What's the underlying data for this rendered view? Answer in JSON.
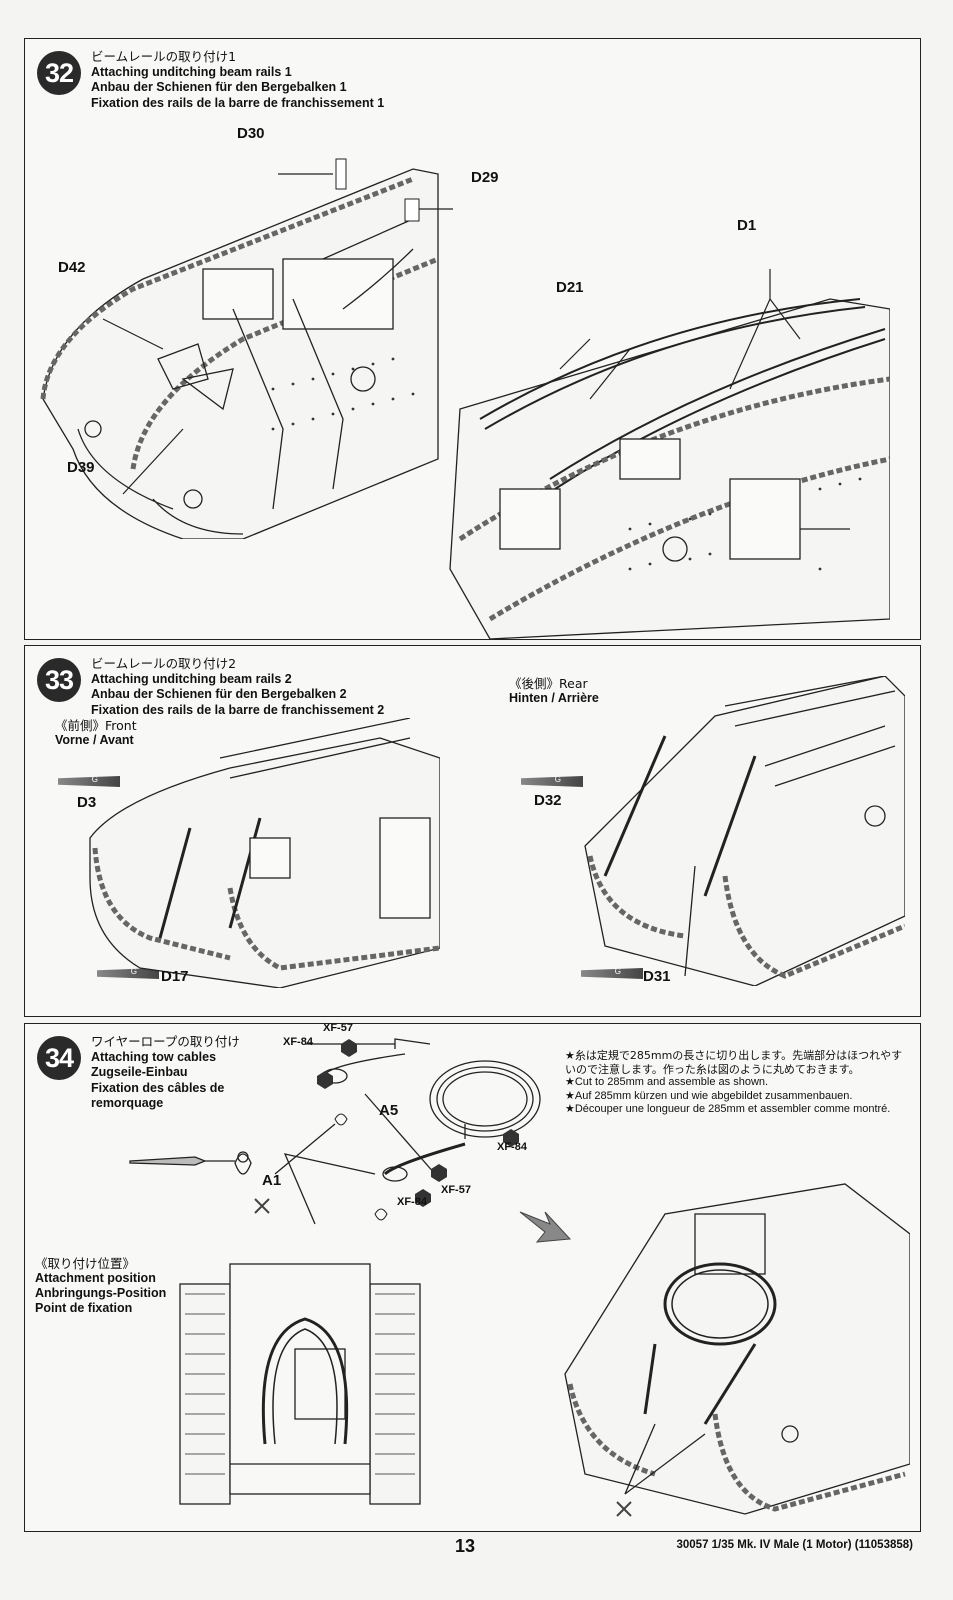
{
  "steps": {
    "s32": {
      "number": "32",
      "title_jp": "ビームレールの取り付け1",
      "title_en": "Attaching unditching beam rails 1",
      "title_de": "Anbau der Schienen für den Bergebalken 1",
      "title_fr": "Fixation des rails de la barre de franchissement 1",
      "parts": {
        "d30": "D30",
        "d29": "D29",
        "d42": "D42",
        "d39": "D39",
        "d1": "D1",
        "d21": "D21"
      }
    },
    "s33": {
      "number": "33",
      "title_jp": "ビームレールの取り付け2",
      "title_en": "Attaching unditching beam rails 2",
      "title_de": "Anbau der Schienen für den Bergebalken 2",
      "title_fr": "Fixation des rails de la barre de franchissement 2",
      "front_jp": "《前側》Front",
      "front_de_fr": "Vorne / Avant",
      "rear_jp": "《後側》Rear",
      "rear_de_fr": "Hinten / Arrière",
      "paint_g": "G",
      "parts": {
        "d3": "D3",
        "d17": "D17",
        "d32": "D32",
        "d31": "D31"
      }
    },
    "s34": {
      "number": "34",
      "title_jp": "ワイヤーロープの取り付け",
      "title_en": "Attaching tow cables",
      "title_de": "Zugseile-Einbau",
      "title_fr_1": "Fixation des câbles de",
      "title_fr_2": "remorquage",
      "paint_xf84": "XF-84",
      "paint_xf57": "XF-57",
      "parts": {
        "a5": "A5",
        "a1": "A1"
      },
      "note_jp": "★糸は定規で285mmの長さに切り出します。先端部分はほつれやすいので注意します。作った糸は図のように丸めておきます。",
      "note_en": "★Cut to 285mm and assemble as shown.",
      "note_de": "★Auf 285mm kürzen und wie abgebildet zusammenbauen.",
      "note_fr": "★Découper une longueur de 285mm et assembler comme montré.",
      "position_jp": "《取り付け位置》",
      "position_en": "Attachment position",
      "position_de": "Anbringungs-Position",
      "position_fr": "Point de fixation"
    }
  },
  "footer": {
    "page_number": "13",
    "reference": "30057  1/35 Mk. IV Male (1 Motor) (11053858)"
  }
}
